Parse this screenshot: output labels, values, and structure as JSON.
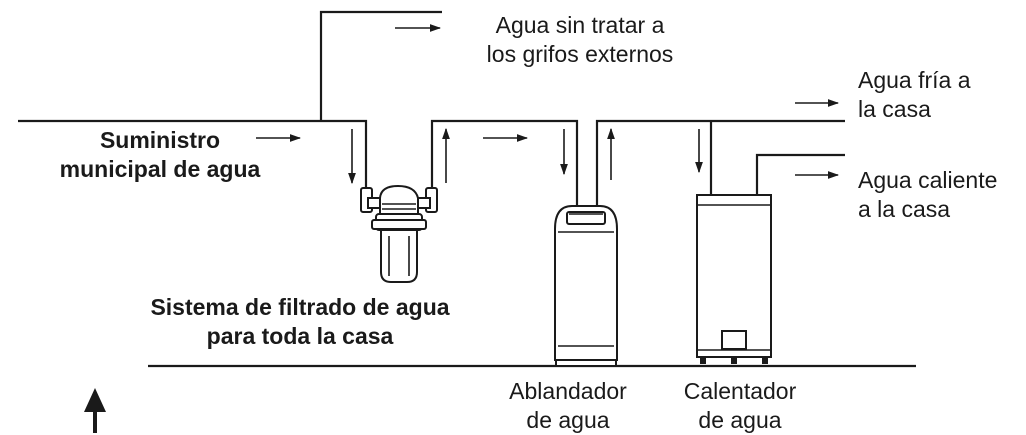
{
  "labels": {
    "supply": [
      "Suministro",
      "municipal de agua"
    ],
    "untreated": [
      "Agua sin tratar a",
      "los grifos externos"
    ],
    "cold": [
      "Agua fría a",
      "la casa"
    ],
    "hot": [
      "Agua caliente",
      "a la casa"
    ],
    "filter": [
      "Sistema de filtrado de agua",
      "para toda la casa"
    ],
    "softener": [
      "Ablandador",
      "de agua"
    ],
    "heater": [
      "Calentador",
      "de agua"
    ]
  },
  "colors": {
    "line": "#1a1a1a",
    "background": "#ffffff"
  }
}
